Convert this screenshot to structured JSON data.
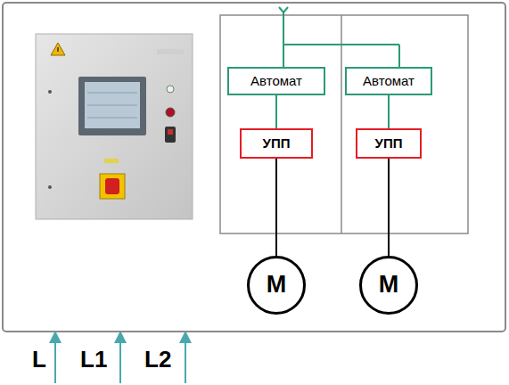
{
  "diagram": {
    "nodes": [
      {
        "text": [
          "Автомат"
        ]
      },
      {
        "text": [
          "Автомат"
        ]
      },
      {
        "text": [
          "УПП"
        ]
      },
      {
        "text": [
          "УПП"
        ]
      },
      {
        "text": [
          "M"
        ]
      },
      {
        "text": [
          "M"
        ]
      }
    ],
    "edges": [
      {
        "from": 0,
        "to": 2,
        "arrow": "none"
      },
      {
        "from": 1,
        "to": 3,
        "arrow": "none"
      },
      {
        "from": 2,
        "to": 4,
        "arrow": "none"
      },
      {
        "from": 3,
        "to": 5,
        "arrow": "none"
      }
    ],
    "labels": [
      "L",
      "L1",
      "L2"
    ]
  }
}
